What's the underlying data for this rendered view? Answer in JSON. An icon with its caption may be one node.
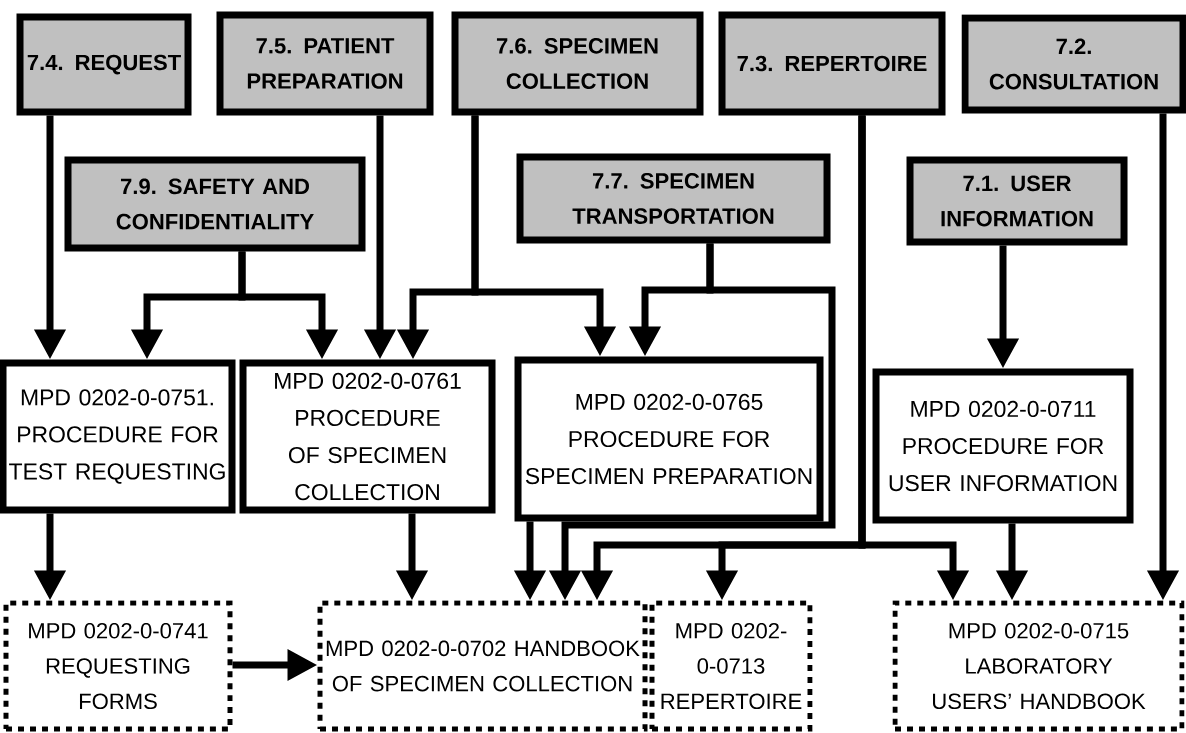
{
  "diagram": {
    "nodes": [
      {
        "text": [
          "7.4. REQUEST"
        ]
      },
      {
        "text": [
          "7.5. PATIENT PREPARATION"
        ]
      },
      {
        "text": [
          "7.6. SPECIMEN COLLECTION"
        ]
      },
      {
        "text": [
          "7.3. REPERTOIRE"
        ]
      },
      {
        "text": [
          "7.2. CONSULTATION"
        ]
      },
      {
        "text": [
          "7.9. SAFETY AND CONFIDENTIALITY"
        ]
      },
      {
        "text": [
          "7.7. SPECIMEN TRANSPORTATION"
        ]
      },
      {
        "text": [
          "7.1. USER INFORMATION"
        ]
      },
      {
        "text": [
          "MPD 0202-0-0751. PROCEDURE FOR TEST REQUESTING"
        ]
      },
      {
        "text": [
          "MPD 0202-0-0761 PROCEDURE OF SPECIMEN COLLECTION"
        ]
      },
      {
        "text": [
          "MPD 0202-0-0765 PROCEDURE FOR SPECIMEN PREPARATION"
        ]
      },
      {
        "text": [
          "MPD 0202-0-0711 PROCEDURE FOR USER INFORMATION"
        ]
      },
      {
        "text": [
          "MPD 0202-0-0741 REQUESTING FORMS"
        ]
      },
      {
        "text": [
          "MPD 0202-0-0702 HANDBOOK OF SPECIMEN COLLECTION"
        ]
      },
      {
        "text": [
          "MPD 0202-0-0713 REPERTOIRE"
        ]
      },
      {
        "text": [
          "MPD 0202-0-0715 LABORATORY USERS’ HANDBOOK"
        ]
      }
    ],
    "edges": [
      {
        "from": 0,
        "to": 8,
        "arrow": "to"
      },
      {
        "from": 1,
        "to": 9,
        "arrow": "to"
      },
      {
        "from": 2,
        "to": 9,
        "arrow": "to"
      },
      {
        "from": 2,
        "to": 10,
        "arrow": "to"
      },
      {
        "from": 5,
        "to": 8,
        "arrow": "to"
      },
      {
        "from": 5,
        "to": 9,
        "arrow": "to"
      },
      {
        "from": 6,
        "to": 10,
        "arrow": "to"
      },
      {
        "from": 6,
        "to": 13,
        "arrow": "to"
      },
      {
        "from": 3,
        "to": 13,
        "arrow": "to"
      },
      {
        "from": 3,
        "to": 14,
        "arrow": "to"
      },
      {
        "from": 3,
        "to": 15,
        "arrow": "to"
      },
      {
        "from": 7,
        "to": 11,
        "arrow": "to"
      },
      {
        "from": 4,
        "to": 15,
        "arrow": "to"
      },
      {
        "from": 8,
        "to": 12,
        "arrow": "to"
      },
      {
        "from": 9,
        "to": 13,
        "arrow": "to"
      },
      {
        "from": 10,
        "to": 13,
        "arrow": "to"
      },
      {
        "from": 11,
        "to": 15,
        "arrow": "to"
      },
      {
        "from": 12,
        "to": 13,
        "arrow": "to"
      }
    ]
  }
}
